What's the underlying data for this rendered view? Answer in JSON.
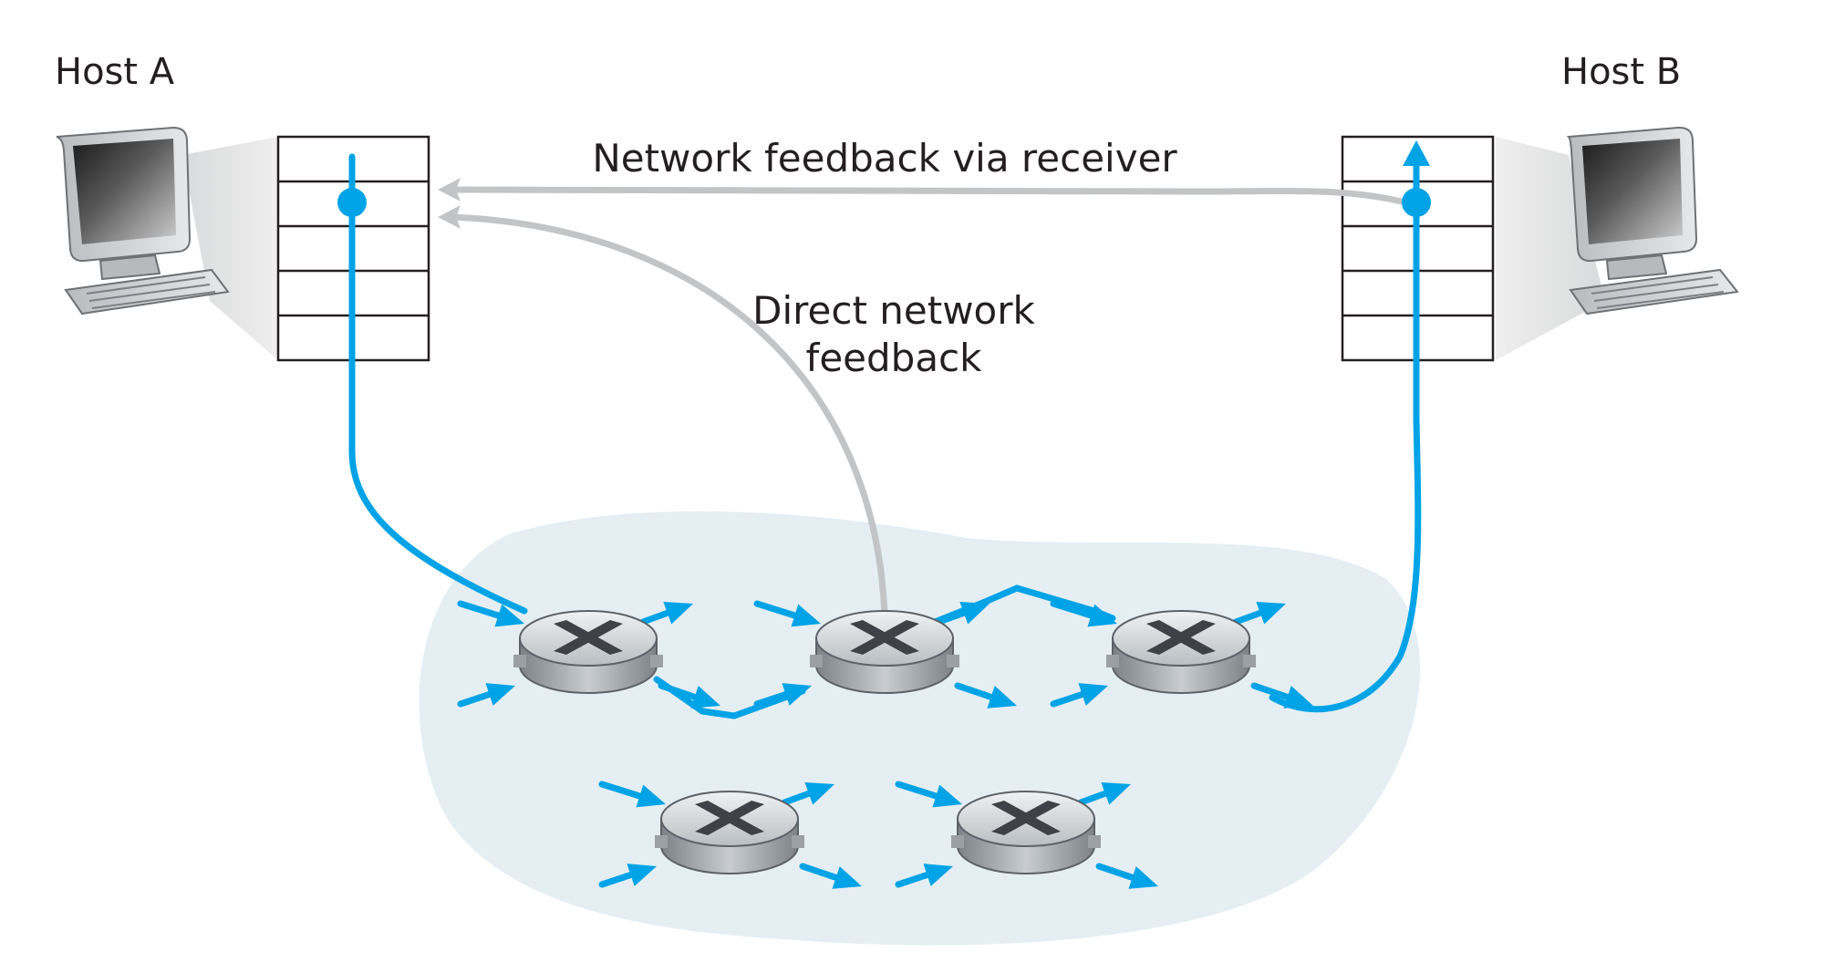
{
  "hosts": {
    "a": {
      "label": "Host A"
    },
    "b": {
      "label": "Host B"
    }
  },
  "feedback": {
    "via_receiver": "Network feedback via receiver",
    "direct_line1": "Direct network",
    "direct_line2": "feedback"
  },
  "router_count": 5,
  "colors": {
    "flow": "#00a3e6",
    "feedback_arrow": "#c2c4c6",
    "cloud": "#e5eef3",
    "router_top": "#d4d8dc",
    "router_side": "#8a9096",
    "monitor_screen": "#3b3b3b"
  }
}
